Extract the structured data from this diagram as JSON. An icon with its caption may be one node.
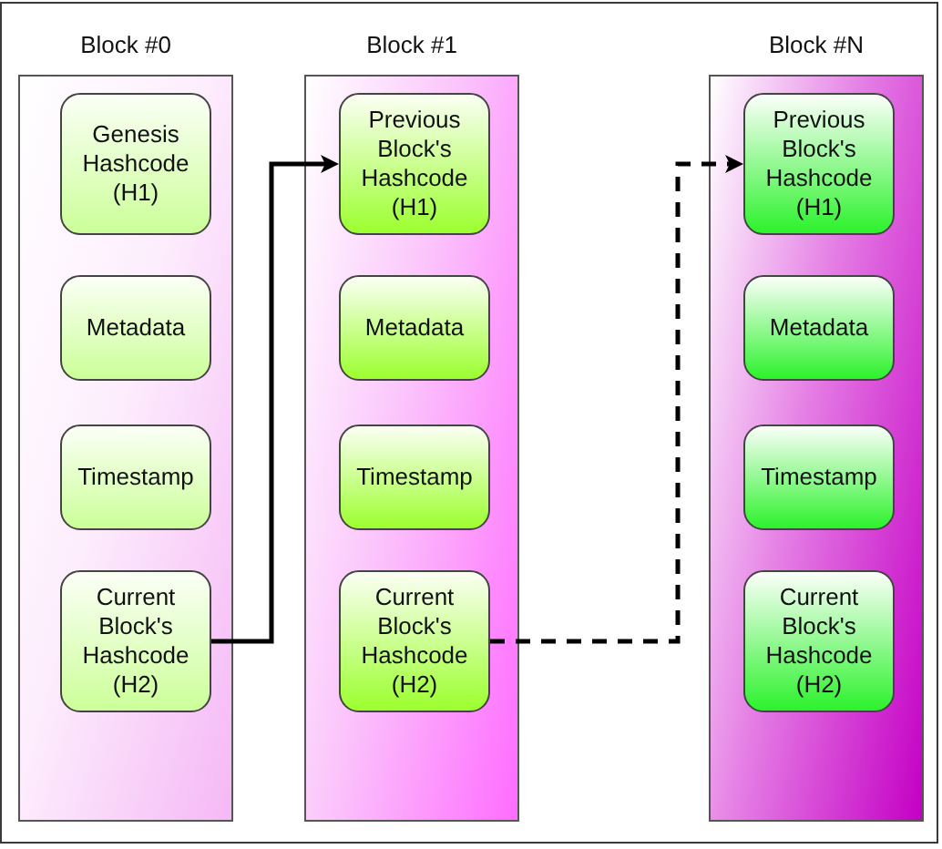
{
  "diagram": {
    "nodes": [
      {
        "text": [
          "Block #0"
        ]
      },
      {
        "text": [
          "Genesis Hashcode (H1)"
        ],
        "in": 0
      },
      {
        "text": [
          "Metadata"
        ],
        "in": 0
      },
      {
        "text": [
          "Timestamp"
        ],
        "in": 0
      },
      {
        "text": [
          "Current Block's Hashcode (H2)"
        ],
        "in": 0
      },
      {
        "text": [
          "Block #1"
        ]
      },
      {
        "text": [
          "Previous Block's Hashcode (H1)"
        ],
        "in": 5
      },
      {
        "text": [
          "Metadata"
        ],
        "in": 5
      },
      {
        "text": [
          "Timestamp"
        ],
        "in": 5
      },
      {
        "text": [
          "Current Block's Hashcode (H2)"
        ],
        "in": 5
      },
      {
        "text": [
          "Block #N"
        ]
      },
      {
        "text": [
          "Previous Block's Hashcode (H1)"
        ],
        "in": 10
      },
      {
        "text": [
          "Metadata"
        ],
        "in": 10
      },
      {
        "text": [
          "Timestamp"
        ],
        "in": 10
      },
      {
        "text": [
          "Current Block's Hashcode (H2)"
        ],
        "in": 10
      }
    ],
    "edges": [
      {
        "from": 4,
        "to": 6,
        "arrow": "to"
      },
      {
        "from": 9,
        "to": 11,
        "arrow": "to",
        "style": "dashed"
      }
    ]
  }
}
